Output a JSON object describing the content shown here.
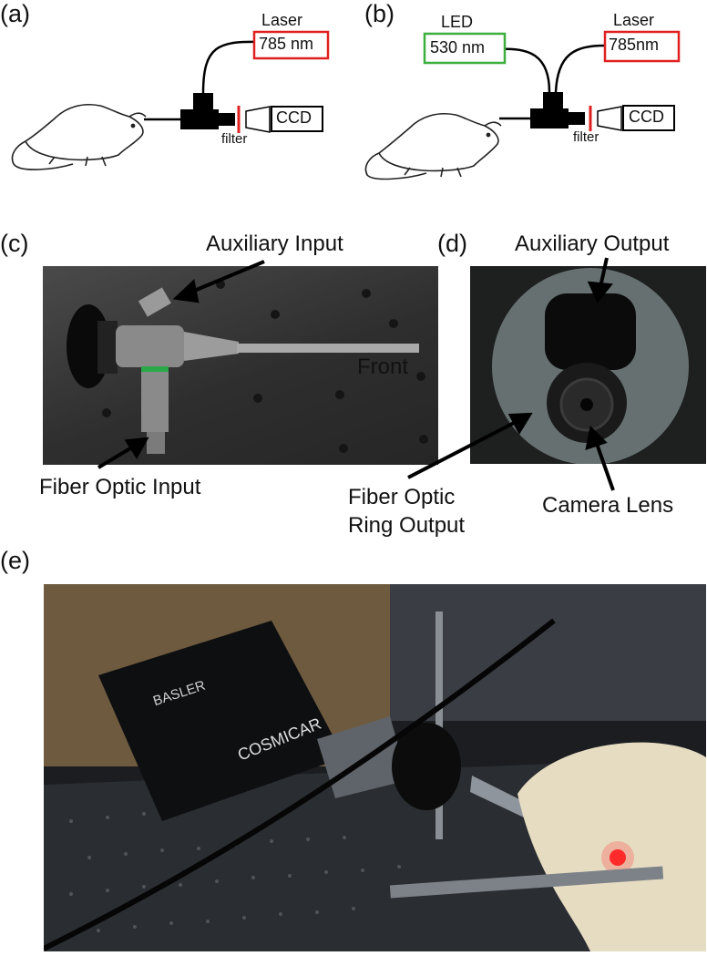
{
  "panels": {
    "a": {
      "letter": "(a)",
      "laser_title": "Laser",
      "laser_wavelength": "785 nm",
      "filter": "filter",
      "camera": "CCD"
    },
    "b": {
      "letter": "(b)",
      "led_title": "LED",
      "led_wavelength": "530 nm",
      "laser_title": "Laser",
      "laser_wavelength": "785nm",
      "filter": "filter",
      "camera": "CCD"
    },
    "c": {
      "letter": "(c)",
      "auxiliary_input": "Auxiliary Input",
      "front": "Front",
      "fiber_optic_input": "Fiber Optic Input"
    },
    "d": {
      "letter": "(d)",
      "auxiliary_output": "Auxiliary Output",
      "fiber_optic_ring_output_line1": "Fiber Optic",
      "fiber_optic_ring_output_line2": "Ring Output",
      "camera_lens": "Camera Lens"
    },
    "e": {
      "letter": "(e)",
      "camera_brand": "BASLER",
      "lens_brand": "COSMICAR"
    }
  },
  "colors": {
    "laser_box": "#e02020",
    "led_box": "#3cae3c",
    "filter_line": "#e02020",
    "led_spot": "#ff2a2a"
  }
}
